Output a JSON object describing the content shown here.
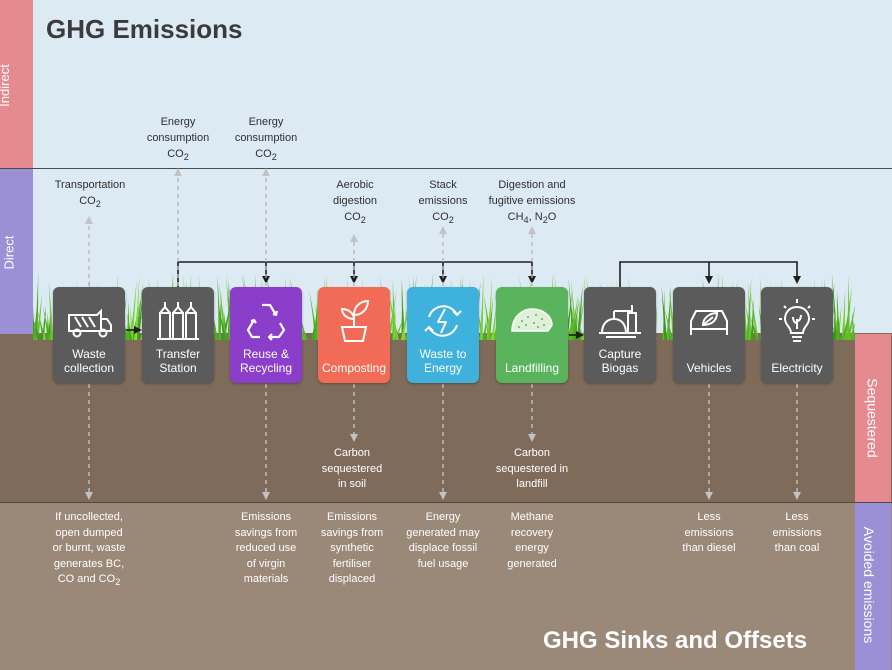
{
  "title_top": "GHG Emissions",
  "title_bottom": "GHG Sinks and Offsets",
  "bands": {
    "indirect": "Indirect",
    "direct": "Direct",
    "sequestered": "Sequestered",
    "avoided": "Avoided emissions"
  },
  "colors": {
    "indirect_band": "#e58a8f",
    "direct_band": "#9b8fd6",
    "sequestered_band": "#e58a8f",
    "avoided_band": "#9b8fd6",
    "box_grey": "#5b5b5b",
    "reuse": "#8a3ec9",
    "composting": "#f26b57",
    "waste_to_energy": "#3eb1dc",
    "landfilling": "#5ab45e"
  },
  "indirect_notes": {
    "transfer": [
      "Energy",
      "consumption",
      "CO2"
    ],
    "reuse": [
      "Energy",
      "consumption",
      "CO2"
    ]
  },
  "direct_notes": {
    "waste": [
      "Transportation",
      "CO2"
    ],
    "composting": [
      "Aerobic",
      "digestion",
      "CO2"
    ],
    "wte": [
      "Stack",
      "emissions",
      "CO2"
    ],
    "landfill": [
      "Digestion and",
      "fugitive emissions",
      "CH4, N2O"
    ]
  },
  "stages": [
    {
      "label": "Waste collection",
      "icon": "garbage-truck-icon"
    },
    {
      "label": "Transfer Station",
      "icon": "silo-icon"
    },
    {
      "label": "Reuse & Recycling",
      "icon": "recycle-icon"
    },
    {
      "label": "Composting",
      "icon": "seedling-icon"
    },
    {
      "label": "Waste to Energy",
      "icon": "energy-cycle-icon"
    },
    {
      "label": "Landfilling",
      "icon": "landfill-mound-icon"
    },
    {
      "label": "Capture Biogas",
      "icon": "biogas-plant-icon"
    },
    {
      "label": "Vehicles",
      "icon": "car-leaf-icon"
    },
    {
      "label": "Electricity",
      "icon": "lightbulb-leaf-icon"
    }
  ],
  "sequestered_notes": {
    "composting": [
      "Carbon",
      "sequestered",
      "in soil"
    ],
    "landfill": [
      "Carbon",
      "sequestered in",
      "landfill"
    ]
  },
  "avoided_notes": {
    "waste": [
      "If uncollected,",
      "open dumped",
      "or burnt, waste",
      "generates BC,",
      "CO and CO2"
    ],
    "reuse": [
      "Emissions",
      "savings from",
      "reduced use",
      "of virgin",
      "materials"
    ],
    "composting": [
      "Emissions",
      "savings from",
      "synthetic",
      "fertiliser",
      "displaced"
    ],
    "wte": [
      "Energy",
      "generated may",
      "displace fossil",
      "fuel usage"
    ],
    "landfill": [
      "Methane",
      "recovery",
      "energy",
      "generated"
    ],
    "vehicles": [
      "Less",
      "emissions",
      "than diesel"
    ],
    "electricity": [
      "Less",
      "emissions",
      "than coal"
    ]
  }
}
